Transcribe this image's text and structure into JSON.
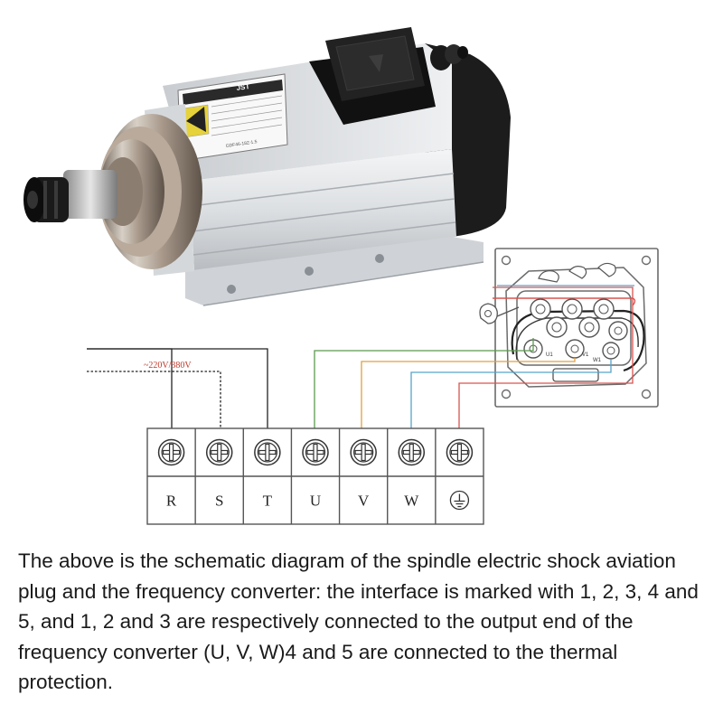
{
  "motor": {
    "nameplate_brand": "JST",
    "nameplate_model": "GDF46-18Z-1.5"
  },
  "supply": {
    "voltage_label": "~220V/380V"
  },
  "terminal_block": {
    "terminals": [
      {
        "label": "R"
      },
      {
        "label": "S"
      },
      {
        "label": "T"
      },
      {
        "label": "U"
      },
      {
        "label": "V"
      },
      {
        "label": "W"
      },
      {
        "label": "",
        "symbol": "ground-icon"
      }
    ]
  },
  "plug": {
    "pin_labels": [
      "U1",
      "V1",
      "W1"
    ]
  },
  "wire_colors": {
    "green": "#5a9a4e",
    "orange": "#e0a040",
    "blue": "#57a3c9",
    "red": "#d9534f",
    "black": "#222222"
  },
  "caption": "The above is the schematic diagram of the spindle electric shock aviation plug and the frequency converter: the interface is marked with 1, 2, 3, 4 and 5, and 1, 2 and 3 are respectively connected to the output end of the frequency converter (U, V, W)4 and 5 are connected to the thermal protection."
}
